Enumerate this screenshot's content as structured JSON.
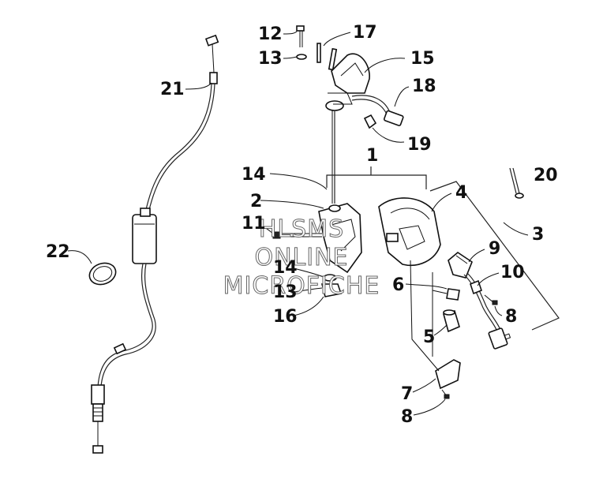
{
  "callouts": [
    "1",
    "2",
    "3",
    "4",
    "5",
    "6",
    "7",
    "8",
    "8",
    "9",
    "10",
    "11",
    "12",
    "13",
    "13",
    "14",
    "14",
    "15",
    "16",
    "17",
    "18",
    "19",
    "20",
    "21",
    "22"
  ],
  "watermark": [
    "HLSMS",
    "ONLINE",
    "MICROFICHE"
  ],
  "colors": {
    "ink": "#111111",
    "background": "#ffffff",
    "watermark_outline": "#666666"
  }
}
